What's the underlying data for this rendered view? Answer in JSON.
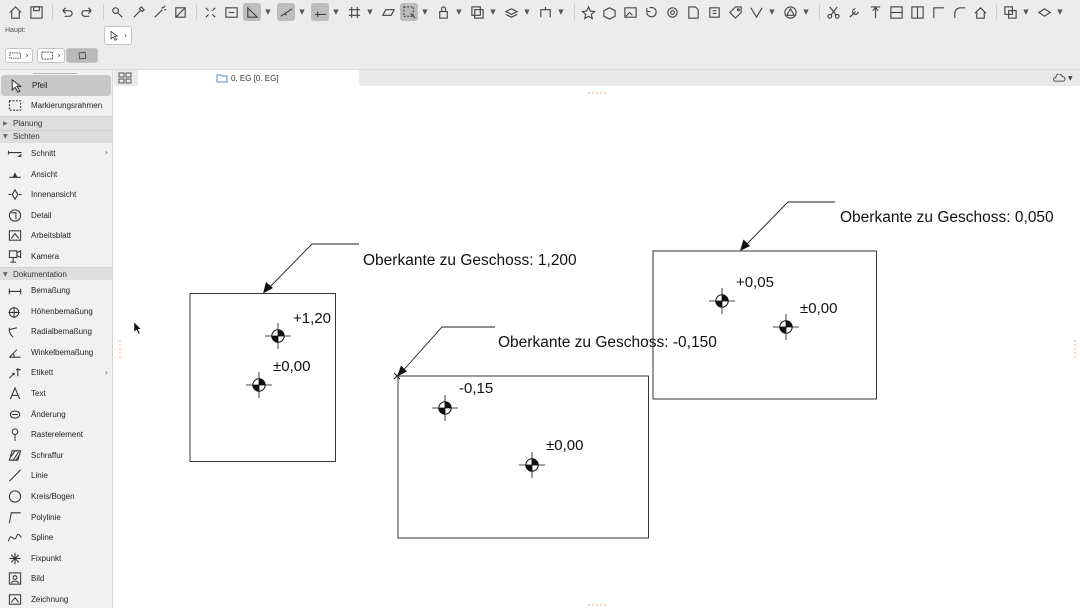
{
  "info_row": {
    "label": "Haupt:"
  },
  "tab": {
    "label": "0. EG [0. EG]"
  },
  "sidebar": {
    "items": [
      {
        "label": "Pfeil",
        "icon": "arrow-pointer-icon",
        "selected": true
      },
      {
        "label": "Markierungsrahmen",
        "icon": "marquee-icon"
      },
      {
        "group": "Planung",
        "collapsed": true
      },
      {
        "group": "Sichten",
        "collapsed": false
      },
      {
        "label": "Schnitt",
        "icon": "section-icon",
        "submenu": true
      },
      {
        "label": "Ansicht",
        "icon": "elevation-icon"
      },
      {
        "label": "Innenansicht",
        "icon": "interior-elevation-icon"
      },
      {
        "label": "Detail",
        "icon": "detail-icon"
      },
      {
        "label": "Arbeitsblatt",
        "icon": "worksheet-icon"
      },
      {
        "label": "Kamera",
        "icon": "camera-icon"
      },
      {
        "group": "Dokumentation",
        "collapsed": false
      },
      {
        "label": "Bemaßung",
        "icon": "dimension-icon"
      },
      {
        "label": "Höhenbemaßung",
        "icon": "level-dimension-icon"
      },
      {
        "label": "Radialbemaßung",
        "icon": "radial-dimension-icon"
      },
      {
        "label": "Winkelbemaßung",
        "icon": "angle-dimension-icon"
      },
      {
        "label": "Etikett",
        "icon": "label-icon",
        "submenu": true
      },
      {
        "label": "Text",
        "icon": "text-icon"
      },
      {
        "label": "Änderung",
        "icon": "change-icon"
      },
      {
        "label": "Rasterelement",
        "icon": "grid-element-icon"
      },
      {
        "label": "Schraffur",
        "icon": "fill-icon"
      },
      {
        "label": "Linie",
        "icon": "line-icon"
      },
      {
        "label": "Kreis/Bogen",
        "icon": "circle-arc-icon"
      },
      {
        "label": "Polylinie",
        "icon": "polyline-icon"
      },
      {
        "label": "Spline",
        "icon": "spline-icon"
      },
      {
        "label": "Fixpunkt",
        "icon": "hotspot-icon"
      },
      {
        "label": "Bild",
        "icon": "image-icon"
      },
      {
        "label": "Zeichnung",
        "icon": "drawing-icon"
      }
    ]
  },
  "drawing": {
    "boxes": [
      {
        "note": "Oberkante zu Geschoss: 1,200",
        "markers": [
          {
            "label": "+1,20"
          },
          {
            "label": "±0,00"
          }
        ]
      },
      {
        "note": "Oberkante zu Geschoss: -0,150",
        "markers": [
          {
            "label": "-0,15"
          },
          {
            "label": "±0,00"
          }
        ]
      },
      {
        "note": "Oberkante zu Geschoss: 0,050",
        "markers": [
          {
            "label": "+0,05"
          },
          {
            "label": "±0,00"
          }
        ]
      }
    ]
  },
  "colors": {
    "toolbar_bg": "#ececec",
    "sidebar_bg": "#f1f1f1",
    "group_bg": "#dedede",
    "selected_bg": "#c8c8c8",
    "tab_folder": "#4a90d9"
  }
}
